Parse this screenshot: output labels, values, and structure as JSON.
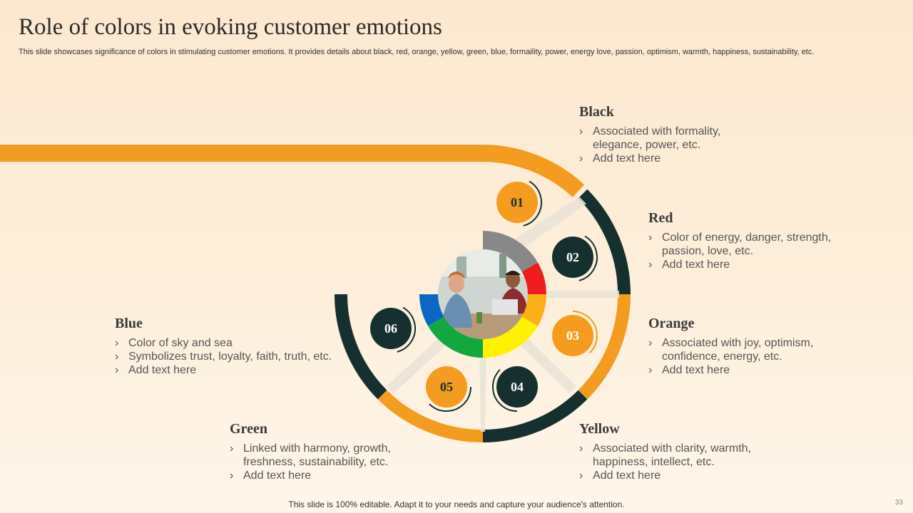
{
  "slide": {
    "title": "Role of colors in evoking customer emotions",
    "subtitle": "This slide showcases significance of colors in stimulating customer emotions. It provides details about black, red, orange, yellow, green, blue, formaility, power, energy love, passion, optimism, warmth, happiness, sustainability, etc.",
    "footer": "This slide is 100% editable. Adapt it to your needs and capture your audience's attention.",
    "page_number": "33"
  },
  "colors": {
    "orange": "#f39c20",
    "dark_teal": "#15302f",
    "black_segment": "#888888",
    "red_segment": "#ee1c1c",
    "orange_segment": "#fbb016",
    "yellow_segment": "#fef200",
    "green_segment": "#12a83e",
    "blue_segment": "#0a67c4"
  },
  "badges": [
    {
      "label": "01"
    },
    {
      "label": "02"
    },
    {
      "label": "03"
    },
    {
      "label": "04"
    },
    {
      "label": "05"
    },
    {
      "label": "06"
    }
  ],
  "blocks": {
    "black": {
      "title": "Black",
      "items": [
        "Associated with formality, elegance, power, etc.",
        "Add text here"
      ]
    },
    "red": {
      "title": "Red",
      "items": [
        "Color of energy, danger, strength, passion, love, etc.",
        "Add text here"
      ]
    },
    "orange": {
      "title": "Orange",
      "items": [
        "Associated with joy, optimism, confidence, energy, etc.",
        "Add text here"
      ]
    },
    "yellow": {
      "title": "Yellow",
      "items": [
        "Associated with clarity, warmth, happiness, intellect, etc.",
        "Add text here"
      ]
    },
    "green": {
      "title": "Green",
      "items": [
        "Linked with harmony, growth, freshness, sustainability, etc.",
        "Add text here"
      ]
    },
    "blue": {
      "title": "Blue",
      "items": [
        "Color of sky and sea",
        "Symbolizes trust, loyalty, faith, truth, etc.",
        "Add text here"
      ]
    }
  }
}
